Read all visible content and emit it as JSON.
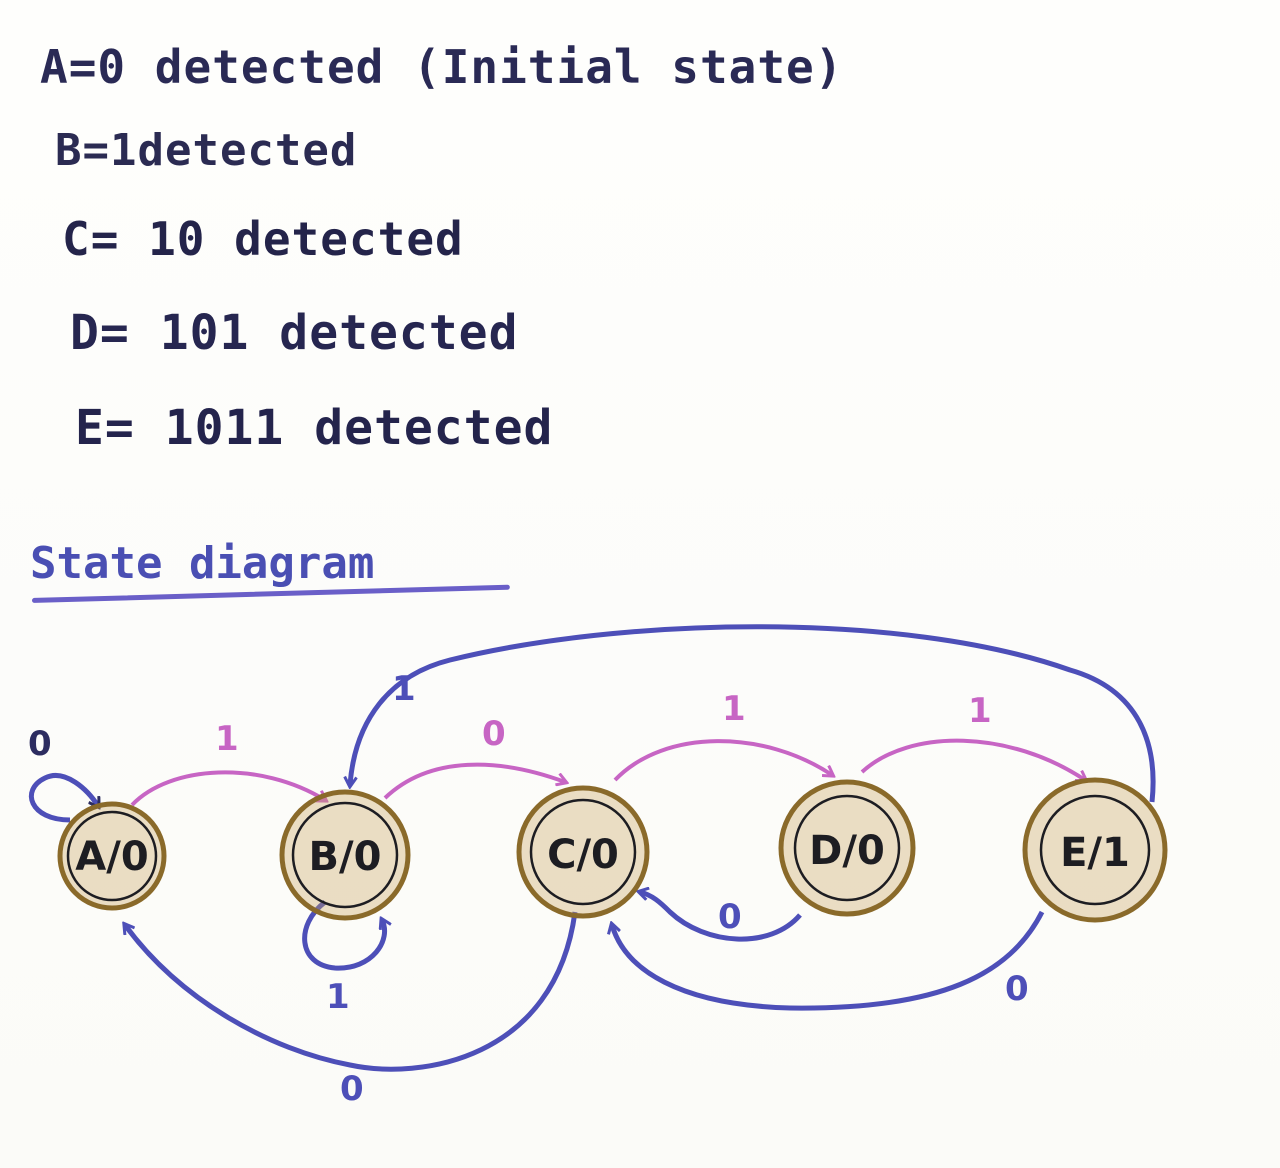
{
  "definitions": [
    {
      "text": "A=0 detected (Initial state)"
    },
    {
      "text": "B=1detected"
    },
    {
      "text": "C= 10 detected"
    },
    {
      "text": "D= 101 detected"
    },
    {
      "text": "E= 1011 detected"
    }
  ],
  "diagram_title": "State diagram",
  "colors": {
    "state_outline": "#8a6a2a",
    "forward_arrow": "#c765c4",
    "return_arrow": "#4d4fb8",
    "text": "#23234a"
  },
  "states": [
    {
      "id": "A",
      "label": "A/0"
    },
    {
      "id": "B",
      "label": "B/0"
    },
    {
      "id": "C",
      "label": "C/0"
    },
    {
      "id": "D",
      "label": "D/0"
    },
    {
      "id": "E",
      "label": "E/1"
    }
  ],
  "transitions": [
    {
      "from": "A",
      "to": "A",
      "input": "0"
    },
    {
      "from": "A",
      "to": "B",
      "input": "1"
    },
    {
      "from": "B",
      "to": "B",
      "input": "1"
    },
    {
      "from": "B",
      "to": "C",
      "input": "0"
    },
    {
      "from": "C",
      "to": "D",
      "input": "1"
    },
    {
      "from": "C",
      "to": "A",
      "input": "0"
    },
    {
      "from": "D",
      "to": "E",
      "input": "1"
    },
    {
      "from": "D",
      "to": "C",
      "input": "0"
    },
    {
      "from": "E",
      "to": "B",
      "input": "1"
    },
    {
      "from": "E",
      "to": "C",
      "input": "0"
    }
  ]
}
